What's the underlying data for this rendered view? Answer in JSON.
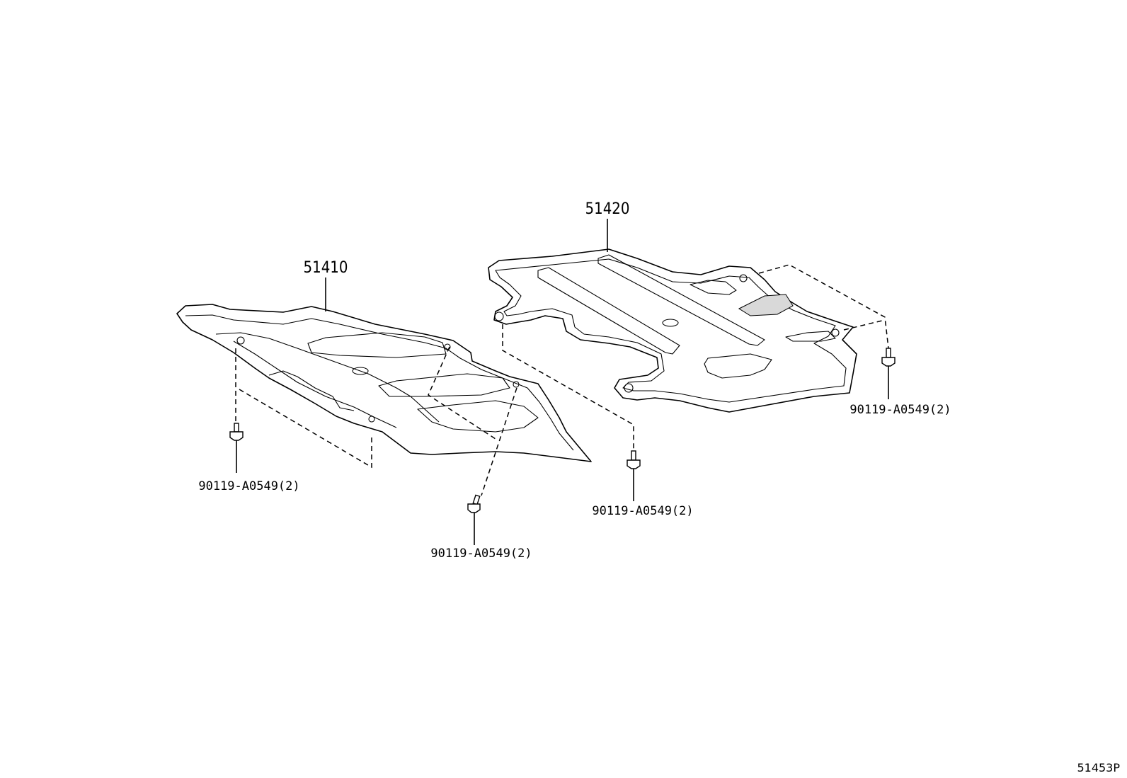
{
  "parts": {
    "cover_front": {
      "number": "51410"
    },
    "cover_rear": {
      "number": "51420"
    }
  },
  "bolts": [
    {
      "label": "90119-A0549(2)"
    },
    {
      "label": "90119-A0549(2)"
    },
    {
      "label": "90119-A0549(2)"
    },
    {
      "label": "90119-A0549(2)"
    }
  ],
  "diagram_ref": "51453P"
}
